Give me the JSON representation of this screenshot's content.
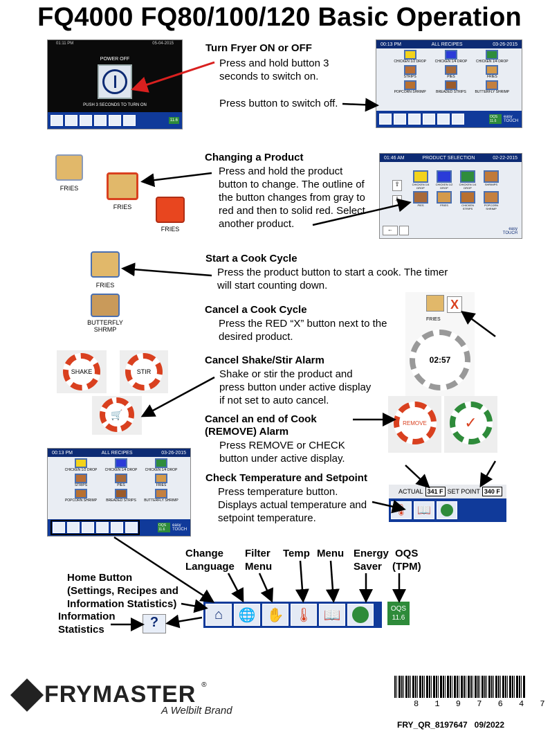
{
  "title": "FQ4000 FQ80/100/120 Basic Operation",
  "sections": {
    "power": {
      "heading": "Turn Fryer ON or OFF",
      "line1": "Press and hold button 3",
      "line2": "seconds to switch on.",
      "line3": "Press button to switch off."
    },
    "change": {
      "heading": "Changing a Product",
      "l1": "Press and hold the product",
      "l2": "button to change.  The outline of",
      "l3": "the button changes from gray to",
      "l4": "red and then to solid red.  Select",
      "l5": "another product."
    },
    "start": {
      "heading": "Start a Cook Cycle",
      "l1": "Press the product button to start a cook. The timer",
      "l2": "will start counting down."
    },
    "cancel": {
      "heading": "Cancel a Cook Cycle",
      "l1": "Press the RED “X” button next to the",
      "l2": "desired product."
    },
    "shake": {
      "heading": "Cancel Shake/Stir Alarm",
      "l1": "Shake or stir the product and",
      "l2": "press button under active display",
      "l3": "if not set to auto cancel."
    },
    "remove": {
      "heading1": "Cancel an end of Cook",
      "heading2": "(REMOVE) Alarm",
      "l1": "Press REMOVE or CHECK",
      "l2": "button under active display."
    },
    "temp": {
      "heading": "Check Temperature and Setpoint",
      "l1": "Press temperature button.",
      "l2": "Displays actual temperature and",
      "l3": "setpoint temperature."
    }
  },
  "screens": {
    "power_off": {
      "time": "01:11 PM",
      "date": "05-04-2015",
      "label": "POWER OFF",
      "hint": "PUSH 3 SECONDS TO TURN ON",
      "oqs": "11.6"
    },
    "all_recipes": {
      "time": "00:13 PM",
      "title": "ALL RECIPES",
      "date": "03-26-2015",
      "items": [
        "CHICKEN 1/2 DROP",
        "CHICKEN 1/4 DROP",
        "CHICKEN 1/4 DROP",
        "STRIPS",
        "PIES",
        "FRIES",
        "POPCORN SHRIMP",
        "BREADED STRIPS",
        "BUTTERFLY SHRIMP"
      ],
      "oqs": "OQS 11.6",
      "brand": "easy TOUCH"
    },
    "product_selection": {
      "time": "01:46 AM",
      "title": "PRODUCT SELECTION",
      "date": "02-22-2015",
      "row1": [
        "CHICKEN 1/4 DROP",
        "CHICKEN 1/2 DROP",
        "CHICKEN 1/4 DROP",
        "SHRIMPS"
      ],
      "row2": [
        "PIES",
        "FRIES",
        "CHICKEN STRIPS",
        "POPCORN SHRIMP"
      ],
      "brand": "easy TOUCH"
    }
  },
  "products": {
    "fries": "FRIES",
    "butterfly": "BUTTERFLY SHRMP",
    "timer": "02:57",
    "shake": "SHAKE",
    "stir": "STIR",
    "remove": "REMOVE"
  },
  "temp_bar": {
    "actual_label": "ACTUAL",
    "actual": "341 F",
    "setpoint_label": "SET POINT",
    "setpoint": "340 F"
  },
  "legend": {
    "home": [
      "Home Button",
      "(Settings, Recipes and",
      "Information Statistics)"
    ],
    "info": [
      "Information",
      "Statistics"
    ],
    "language": [
      "Change",
      "Language"
    ],
    "filter": [
      "Filter",
      "Menu"
    ],
    "temp": "Temp",
    "menu": "Menu",
    "energy": [
      "Energy",
      "Saver"
    ],
    "oqs": [
      "OQS",
      "(TPM)"
    ],
    "oqs_value": "OQS 11.6",
    "help": "?"
  },
  "footer": {
    "brand": "FRYMASTER",
    "reg": "®",
    "tagline": "A Welbilt Brand",
    "barcode_digits": "8 1 9 7 6 4 7",
    "code": "FRY_QR_8197647",
    "date": "09/2022"
  },
  "colors": {
    "navy": "#103a9a",
    "red": "#d9401f",
    "green": "#2e8b3a"
  }
}
